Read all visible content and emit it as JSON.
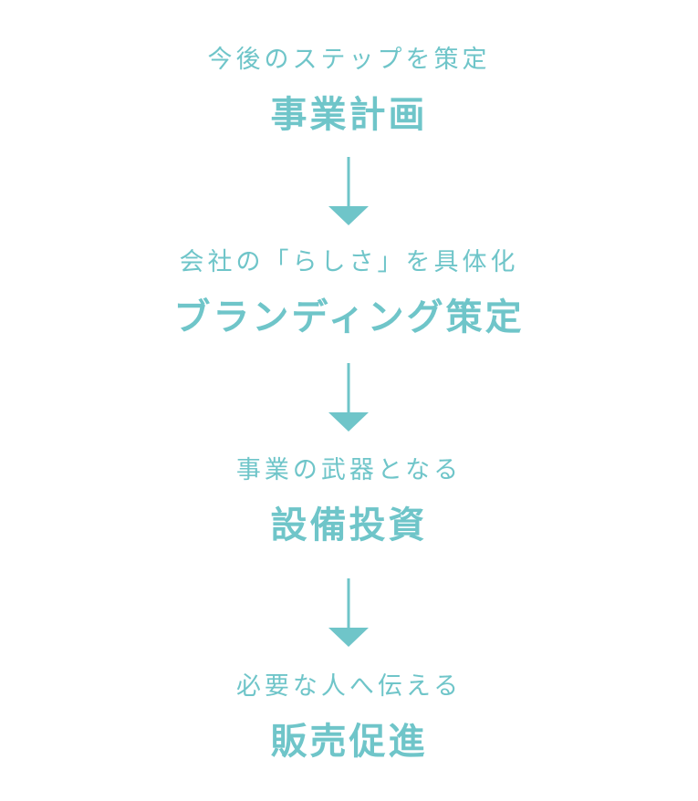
{
  "colors": {
    "accent": "#6fc5c9"
  },
  "steps": [
    {
      "subtitle": "今後のステップを策定",
      "title": "事業計画"
    },
    {
      "subtitle": "会社の「らしさ」を具体化",
      "title": "ブランディング策定"
    },
    {
      "subtitle": "事業の武器となる",
      "title": "設備投資"
    },
    {
      "subtitle": "必要な人へ伝える",
      "title": "販売促進"
    }
  ]
}
